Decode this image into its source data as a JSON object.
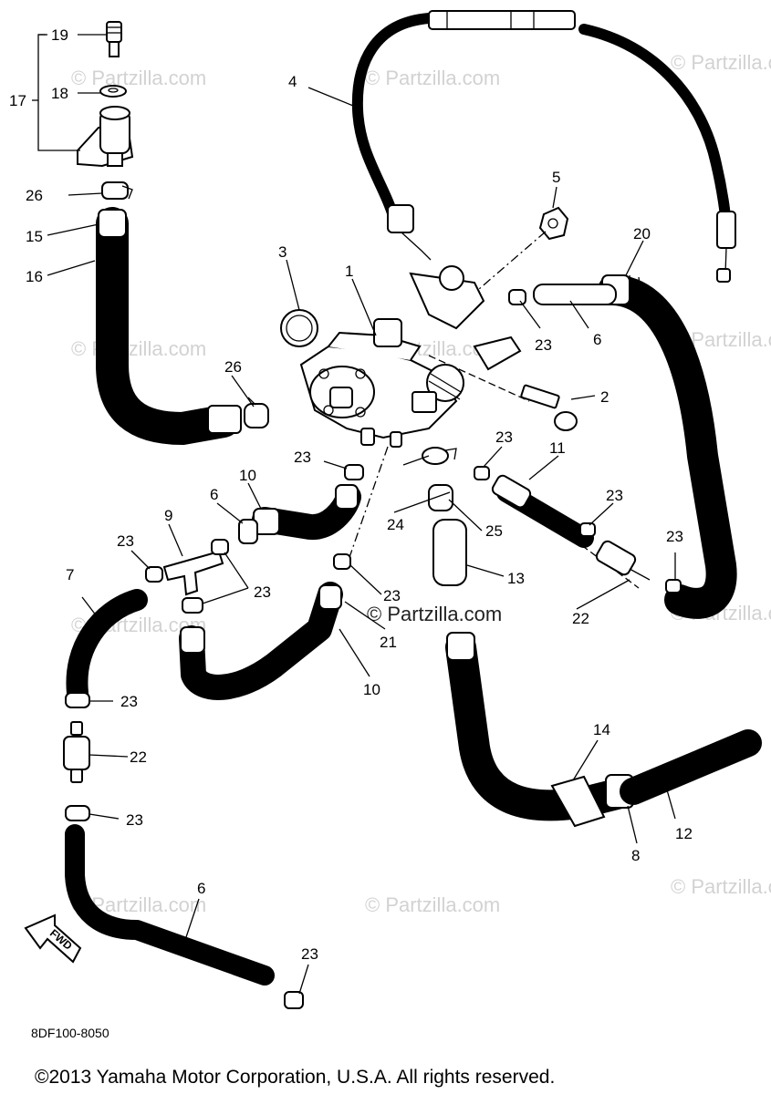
{
  "diagram": {
    "callouts": [
      {
        "id": "19",
        "text": "19"
      },
      {
        "id": "18",
        "text": "18"
      },
      {
        "id": "17",
        "text": "17"
      },
      {
        "id": "26a",
        "text": "26"
      },
      {
        "id": "15",
        "text": "15"
      },
      {
        "id": "16",
        "text": "16"
      },
      {
        "id": "4",
        "text": "4"
      },
      {
        "id": "5",
        "text": "5"
      },
      {
        "id": "3",
        "text": "3"
      },
      {
        "id": "1",
        "text": "1"
      },
      {
        "id": "20",
        "text": "20"
      },
      {
        "id": "23a",
        "text": "23"
      },
      {
        "id": "6a",
        "text": "6"
      },
      {
        "id": "26b",
        "text": "26"
      },
      {
        "id": "2",
        "text": "2"
      },
      {
        "id": "23b",
        "text": "23"
      },
      {
        "id": "23c",
        "text": "23"
      },
      {
        "id": "11",
        "text": "11"
      },
      {
        "id": "10a",
        "text": "10"
      },
      {
        "id": "6b",
        "text": "6"
      },
      {
        "id": "23d",
        "text": "23"
      },
      {
        "id": "9",
        "text": "9"
      },
      {
        "id": "23e",
        "text": "23"
      },
      {
        "id": "24",
        "text": "24"
      },
      {
        "id": "25",
        "text": "25"
      },
      {
        "id": "23f",
        "text": "23"
      },
      {
        "id": "7",
        "text": "7"
      },
      {
        "id": "23g",
        "text": "23"
      },
      {
        "id": "13",
        "text": "13"
      },
      {
        "id": "23h",
        "text": "23"
      },
      {
        "id": "22a",
        "text": "22"
      },
      {
        "id": "21",
        "text": "21"
      },
      {
        "id": "10b",
        "text": "10"
      },
      {
        "id": "23i",
        "text": "23"
      },
      {
        "id": "22b",
        "text": "22"
      },
      {
        "id": "14",
        "text": "14"
      },
      {
        "id": "23j",
        "text": "23"
      },
      {
        "id": "12",
        "text": "12"
      },
      {
        "id": "8",
        "text": "8"
      },
      {
        "id": "6c",
        "text": "6"
      },
      {
        "id": "23k",
        "text": "23"
      }
    ],
    "watermark": "© Partzilla.com",
    "watermark_prominent": "© Partzilla.com",
    "fwd_label": "FWD",
    "diagram_code": "8DF100-8050",
    "copyright": "©2013 Yamaha Motor Corporation, U.S.A. All rights reserved."
  }
}
